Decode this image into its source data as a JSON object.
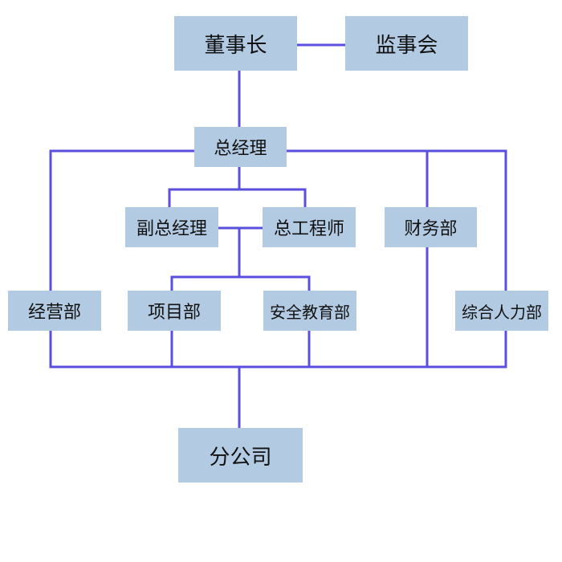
{
  "colors": {
    "box_fill": "#b3cbe2",
    "connector": "#5b4fe0",
    "text": "#111111"
  },
  "nodes": {
    "chairman": "董事长",
    "supervisory_board": "监事会",
    "general_manager": "总经理",
    "deputy_general_manager": "副总经理",
    "chief_engineer": "总工程师",
    "finance_dept": "财务部",
    "operations_dept": "经营部",
    "project_dept": "项目部",
    "safety_education_dept": "安全教育部",
    "hr_admin_dept": "综合人力部",
    "branch_company": "分公司"
  }
}
